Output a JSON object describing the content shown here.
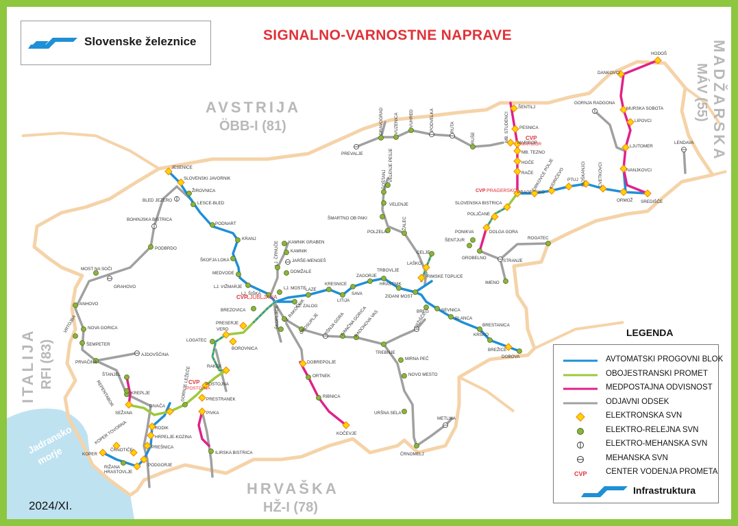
{
  "header": {
    "brand": "Slovenske železnice",
    "title": "SIGNALNO-VARNOSTNE NAPRAVE",
    "year": "2024/XI."
  },
  "countries": {
    "austria": "AVSTRIJA",
    "austria_rail": "ÖBB-I (81)",
    "hungary": "MADŽARSKA",
    "hungary_rail": "MÁV (55)",
    "croatia": "HRVAŠKA",
    "croatia_rail": "HŽ-I (78)",
    "italy": "ITALIJA",
    "italy_rail": "RFI (83)",
    "sea_line1": "Jadransko",
    "sea_line2": "morje"
  },
  "legend": {
    "title": "LEGENDA",
    "items": [
      {
        "label": "AVTOMATSKI PROGOVNI BLOK",
        "symbol": "line",
        "color": "#1f8fd6"
      },
      {
        "label": "OBOJESTRANSKI PROMET",
        "symbol": "line",
        "color": "#9bc93c"
      },
      {
        "label": "MEDPOSTAJNA ODVISNOST",
        "symbol": "line",
        "color": "#e0218a"
      },
      {
        "label": "ODJAVNI ODSEK",
        "symbol": "line",
        "color": "#a0a0a0"
      },
      {
        "label": "ELEKTRONSKA SVN",
        "symbol": "diamond",
        "color": "#ffd500"
      },
      {
        "label": "ELEKTRO-RELEJNA SVN",
        "symbol": "dot",
        "color": "#8cb43a"
      },
      {
        "label": "ELEKTRO-MEHANSKA SVN",
        "symbol": "em",
        "color": "#ffffff"
      },
      {
        "label": "MEHANSKA SVN",
        "symbol": "mech",
        "color": "#ffffff"
      },
      {
        "label": "CENTER VODENJA PROMETA",
        "symbol": "cvp",
        "color": "#e03238",
        "code": "CVP"
      }
    ],
    "infra_label": "Infrastruktura"
  },
  "cvp_centers": [
    {
      "code": "CVP",
      "name": "LJUBLJANA"
    },
    {
      "code": "CVP",
      "name": "MARIBOR"
    },
    {
      "code": "CVP",
      "name": "PRAGERSKO"
    },
    {
      "code": "CVP",
      "name": "POSTOJNA"
    }
  ],
  "stations": [
    {
      "name": "JESENICE",
      "type": "electronic"
    },
    {
      "name": "SLOVENSKI JAVORNIK",
      "type": "electronic"
    },
    {
      "name": "ŽIROVNICA",
      "type": "relay"
    },
    {
      "name": "LESCE-BLED",
      "type": "relay"
    },
    {
      "name": "PODNART",
      "type": "relay"
    },
    {
      "name": "KRANJ",
      "type": "relay"
    },
    {
      "name": "ŠKOFJA LOKA",
      "type": "relay"
    },
    {
      "name": "MEDVODE",
      "type": "relay"
    },
    {
      "name": "LJ. VIŽMARJE",
      "type": "relay"
    },
    {
      "name": "LJ. ŠIŠKA",
      "type": "relay"
    },
    {
      "name": "LJ. MOSTE",
      "type": "relay"
    },
    {
      "name": "LJ. ZALOG",
      "type": "relay"
    },
    {
      "name": "LJ. ČRNUČE",
      "type": "relay"
    },
    {
      "name": "LAZE",
      "type": "relay"
    },
    {
      "name": "KRESNICE",
      "type": "relay"
    },
    {
      "name": "LITIJA",
      "type": "relay"
    },
    {
      "name": "SAVA",
      "type": "relay"
    },
    {
      "name": "ZAGORJE",
      "type": "relay"
    },
    {
      "name": "TRBOVLJE",
      "type": "relay"
    },
    {
      "name": "HRASTNIK",
      "type": "relay"
    },
    {
      "name": "ZIDANI MOST",
      "type": "relay"
    },
    {
      "name": "RIMSKE TOPLICE",
      "type": "electronic"
    },
    {
      "name": "LAŠKO",
      "type": "electronic"
    },
    {
      "name": "CELJE",
      "type": "relay"
    },
    {
      "name": "ŠENTJUR",
      "type": "relay"
    },
    {
      "name": "GROBELNO",
      "type": "relay"
    },
    {
      "name": "PONIKVA",
      "type": "relay"
    },
    {
      "name": "DOLGA GORA",
      "type": "electronic"
    },
    {
      "name": "POLJČANE",
      "type": "electronic"
    },
    {
      "name": "SLOVENSKA BISTRICA",
      "type": "electronic"
    },
    {
      "name": "PRAGERSKO",
      "type": "electronic"
    },
    {
      "name": "RAČE",
      "type": "electronic"
    },
    {
      "name": "HOČE",
      "type": "electronic"
    },
    {
      "name": "MB. TEZNO",
      "type": "electronic"
    },
    {
      "name": "MB. STUDENCI",
      "type": "electronic"
    },
    {
      "name": "MARIBOR",
      "type": "electronic"
    },
    {
      "name": "PESNICA",
      "type": "electronic"
    },
    {
      "name": "ŠENTILJ",
      "type": "electronic"
    },
    {
      "name": "ČIRKOVCE POLJE",
      "type": "electronic"
    },
    {
      "name": "KIDRIČEVO",
      "type": "electronic"
    },
    {
      "name": "PTUJ",
      "type": "electronic"
    },
    {
      "name": "MOŠKANJCI",
      "type": "electronic"
    },
    {
      "name": "CVETKOVCI",
      "type": "electronic"
    },
    {
      "name": "ORMOŽ",
      "type": "electronic"
    },
    {
      "name": "SREDIŠČE",
      "type": "electronic"
    },
    {
      "name": "IVANJKOVCI",
      "type": "electronic"
    },
    {
      "name": "LJUTOMER",
      "type": "electronic"
    },
    {
      "name": "LIPOVCI",
      "type": "electronic"
    },
    {
      "name": "MURSKA SOBOTA",
      "type": "electronic"
    },
    {
      "name": "DANKOVCI",
      "type": "electronic"
    },
    {
      "name": "HODOŠ",
      "type": "electronic"
    },
    {
      "name": "GORNJA RADGONA",
      "type": "electro-mech"
    },
    {
      "name": "LENDAVA",
      "type": "mechanical"
    },
    {
      "name": "DRAVOGRAD",
      "type": "relay"
    },
    {
      "name": "PREVALJE",
      "type": "mechanical"
    },
    {
      "name": "VUZENICA",
      "type": "relay"
    },
    {
      "name": "VUHRED",
      "type": "relay"
    },
    {
      "name": "PODVELKA",
      "type": "mechanical"
    },
    {
      "name": "RUTA",
      "type": "mechanical"
    },
    {
      "name": "RUŠE",
      "type": "relay"
    },
    {
      "name": "ŠOŠTANJ",
      "type": "relay"
    },
    {
      "name": "VELENJE PESJE",
      "type": "relay"
    },
    {
      "name": "VELENJE",
      "type": "relay"
    },
    {
      "name": "ŠMARTNO OB PAKI",
      "type": "relay"
    },
    {
      "name": "POLZELA",
      "type": "relay"
    },
    {
      "name": "ŽALEC",
      "type": "relay"
    },
    {
      "name": "ROGATEC",
      "type": "relay"
    },
    {
      "name": "STRANJE",
      "type": "mechanical"
    },
    {
      "name": "IMENO",
      "type": "relay"
    },
    {
      "name": "BREG",
      "type": "relay"
    },
    {
      "name": "SEVNICA",
      "type": "relay"
    },
    {
      "name": "BLANCA",
      "type": "relay"
    },
    {
      "name": "BRESTANICA",
      "type": "relay"
    },
    {
      "name": "KRŠKO",
      "type": "relay"
    },
    {
      "name": "BREŽICE",
      "type": "electronic"
    },
    {
      "name": "DOBOVA",
      "type": "relay"
    },
    {
      "name": "KAMNIK GRABEN",
      "type": "relay"
    },
    {
      "name": "KAMNIK",
      "type": "relay"
    },
    {
      "name": "JARŠE-MENGEŠ",
      "type": "mechanical"
    },
    {
      "name": "DOMŽALE",
      "type": "relay"
    },
    {
      "name": "LJ. RAKOVNIK",
      "type": "relay"
    },
    {
      "name": "ŠKOFLJICA",
      "type": "relay"
    },
    {
      "name": "GROSUPLJE",
      "type": "relay"
    },
    {
      "name": "VIŠNJA GORA",
      "type": "mechanical"
    },
    {
      "name": "IVANČNA GORICA",
      "type": "relay"
    },
    {
      "name": "RADOHOVA VAS",
      "type": "relay"
    },
    {
      "name": "TREBNJE",
      "type": "relay"
    },
    {
      "name": "MIRNA PEČ",
      "type": "relay"
    },
    {
      "name": "NOVO MESTO",
      "type": "relay"
    },
    {
      "name": "TRŽIŠČE",
      "type": "mechanical"
    },
    {
      "name": "URŠNA SELA",
      "type": "relay"
    },
    {
      "name": "ČRNOMELJ",
      "type": "relay"
    },
    {
      "name": "METLIKA",
      "type": "mechanical"
    },
    {
      "name": "DOBREPOLJE",
      "type": "electronic"
    },
    {
      "name": "ORTNEK",
      "type": "relay"
    },
    {
      "name": "RIBNICA",
      "type": "relay"
    },
    {
      "name": "KOČEVJE",
      "type": "electronic"
    },
    {
      "name": "BREZOVICA",
      "type": "relay"
    },
    {
      "name": "PRESERJE",
      "type": "electronic"
    },
    {
      "name": "VERD",
      "type": "electronic"
    },
    {
      "name": "BOROVNICA",
      "type": "electronic"
    },
    {
      "name": "LOGATEC",
      "type": "relay"
    },
    {
      "name": "RAKEK",
      "type": "electronic"
    },
    {
      "name": "POSTOJNA",
      "type": "electronic"
    },
    {
      "name": "PRESTRANEK",
      "type": "electronic"
    },
    {
      "name": "PIVKA",
      "type": "electronic"
    },
    {
      "name": "ILIRSKA BISTRICA",
      "type": "relay"
    },
    {
      "name": "GORNJE LEŽEČE",
      "type": "relay"
    },
    {
      "name": "DIVAČA",
      "type": "electronic"
    },
    {
      "name": "RODIK",
      "type": "electronic"
    },
    {
      "name": "HRPELJE-KOZINA",
      "type": "electronic"
    },
    {
      "name": "PREŠNICA",
      "type": "electronic"
    },
    {
      "name": "PODGORJE",
      "type": "electronic"
    },
    {
      "name": "ČRNOTIČE",
      "type": "electronic"
    },
    {
      "name": "HRASTOVLJE",
      "type": "electronic"
    },
    {
      "name": "RIŽANA",
      "type": "relay"
    },
    {
      "name": "KOPER",
      "type": "electronic"
    },
    {
      "name": "KOPER TOVORNA",
      "type": "electronic"
    },
    {
      "name": "SEŽANA",
      "type": "electronic"
    },
    {
      "name": "KREPLJE",
      "type": "relay"
    },
    {
      "name": "REPENTABOR",
      "type": "relay"
    },
    {
      "name": "ŠTANJEL",
      "type": "relay"
    },
    {
      "name": "PRVAČINA",
      "type": "relay"
    },
    {
      "name": "AJDOVŠČINA",
      "type": "mechanical"
    },
    {
      "name": "ŠEMPETER",
      "type": "relay"
    },
    {
      "name": "VRTOJBA",
      "type": "relay"
    },
    {
      "name": "NOVA GORICA",
      "type": "relay"
    },
    {
      "name": "ANHOVO",
      "type": "relay"
    },
    {
      "name": "MOST NA SOČI",
      "type": "relay"
    },
    {
      "name": "GRAHOVO",
      "type": "mechanical"
    },
    {
      "name": "PODBRDO",
      "type": "relay"
    },
    {
      "name": "BOHINJSKA BISTRICA",
      "type": "electro-mech"
    },
    {
      "name": "BLED JEZERO",
      "type": "electro-mech"
    }
  ]
}
